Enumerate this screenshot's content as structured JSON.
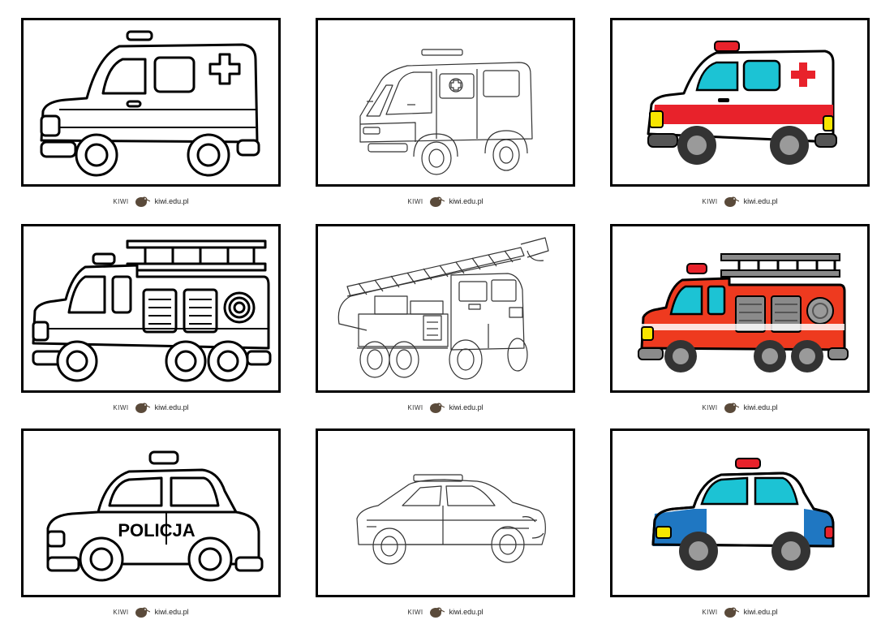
{
  "brand_name": "KIWI",
  "site": "kiwi.edu.pl",
  "cards": [
    {
      "vehicle": "ambulance",
      "style": "outline-simple"
    },
    {
      "vehicle": "ambulance",
      "style": "outline-detailed"
    },
    {
      "vehicle": "ambulance",
      "style": "colored"
    },
    {
      "vehicle": "fire-truck",
      "style": "outline-simple"
    },
    {
      "vehicle": "fire-truck",
      "style": "outline-detailed"
    },
    {
      "vehicle": "fire-truck",
      "style": "colored"
    },
    {
      "vehicle": "police-car",
      "style": "outline-simple",
      "label": "POLICJA"
    },
    {
      "vehicle": "police-car",
      "style": "outline-detailed"
    },
    {
      "vehicle": "police-car",
      "style": "colored"
    }
  ],
  "colors": {
    "ambulance_window": "#1cc3d4",
    "ambulance_stripe": "#e8222b",
    "fire_body": "#ee3a1f",
    "fire_ladder": "#8a8a8a",
    "police_blue": "#1f77c2",
    "light_red": "#e8222b",
    "headlight": "#f7e600",
    "tire": "#333333",
    "hubcap": "#9a9a9a"
  }
}
